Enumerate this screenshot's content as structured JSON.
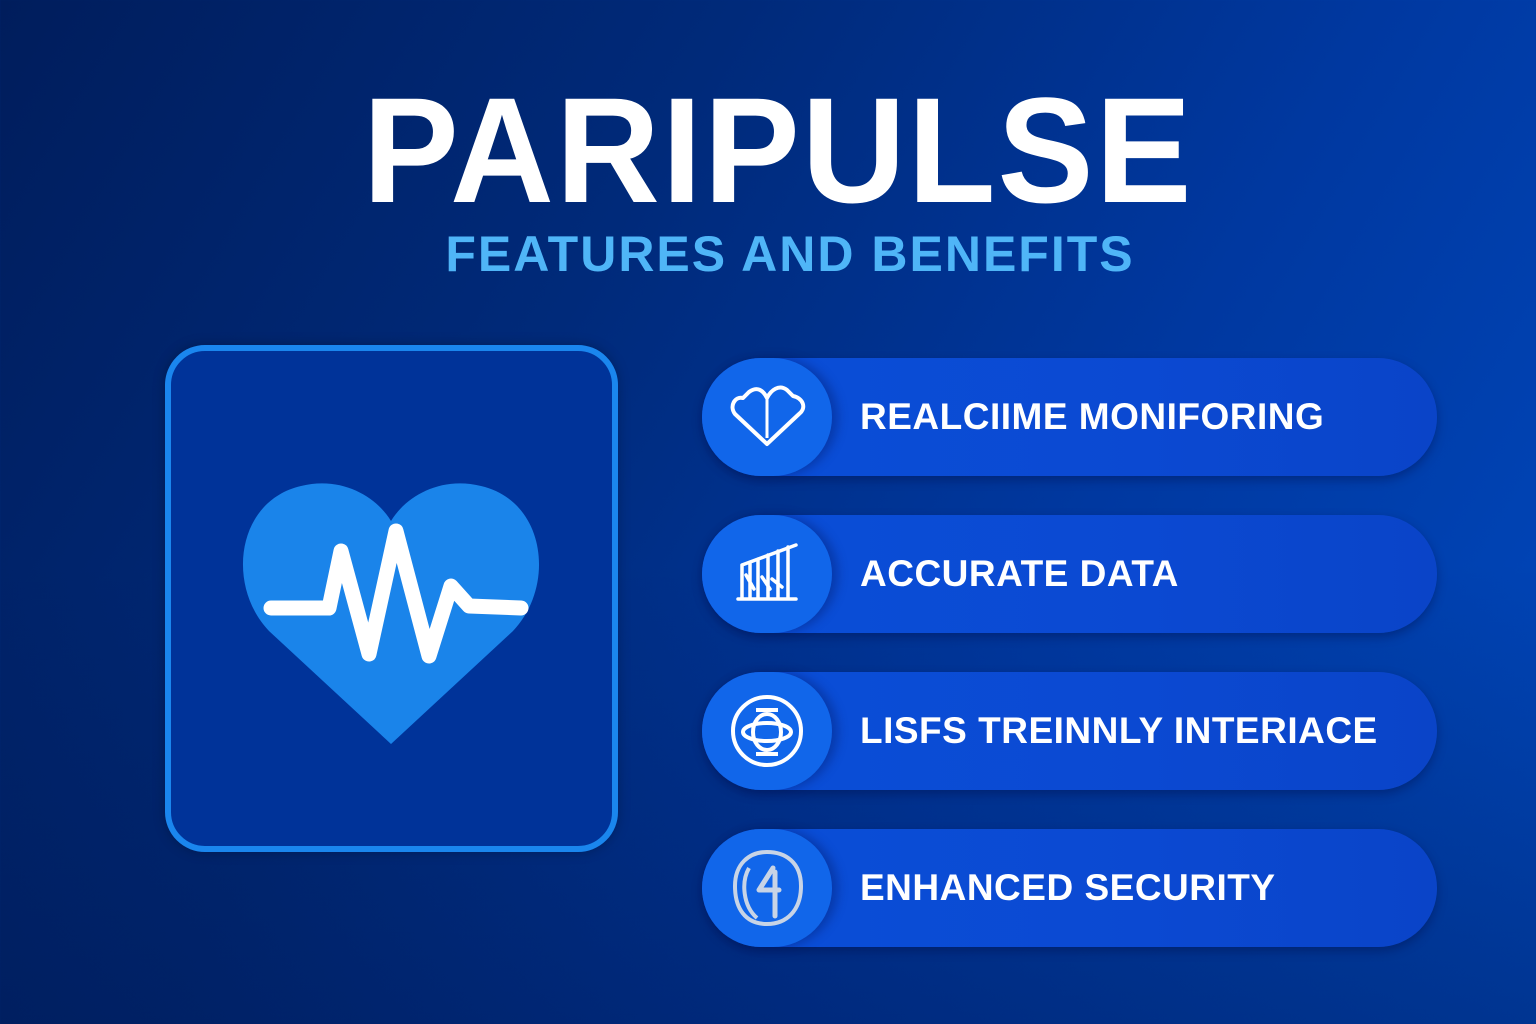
{
  "header": {
    "title": "PARIPULSE",
    "subtitle": "FEATURES AND BENEFITS"
  },
  "hero": {
    "icon": "heart-pulse-icon"
  },
  "features": [
    {
      "label": "REALCIIME MONIFORING",
      "icon": "heart-outline-icon"
    },
    {
      "label": "ACCURATE DATA",
      "icon": "bar-chart-icon"
    },
    {
      "label": "LISFS TREINNLY INTERIACE",
      "icon": "interface-emblem-icon"
    },
    {
      "label": "ENHANCED SECURITY",
      "icon": "shield-lock-icon"
    }
  ],
  "colors": {
    "background_dark": "#001d5c",
    "background_light": "#0049bf",
    "title": "#ffffff",
    "subtitle": "#4fb5f7",
    "card_border": "#1a86ee",
    "card_fill": "#003399",
    "heart_fill": "#1a84ea",
    "pill_fill": "#0a4fd8",
    "pill_icon_fill": "#1166ea"
  }
}
